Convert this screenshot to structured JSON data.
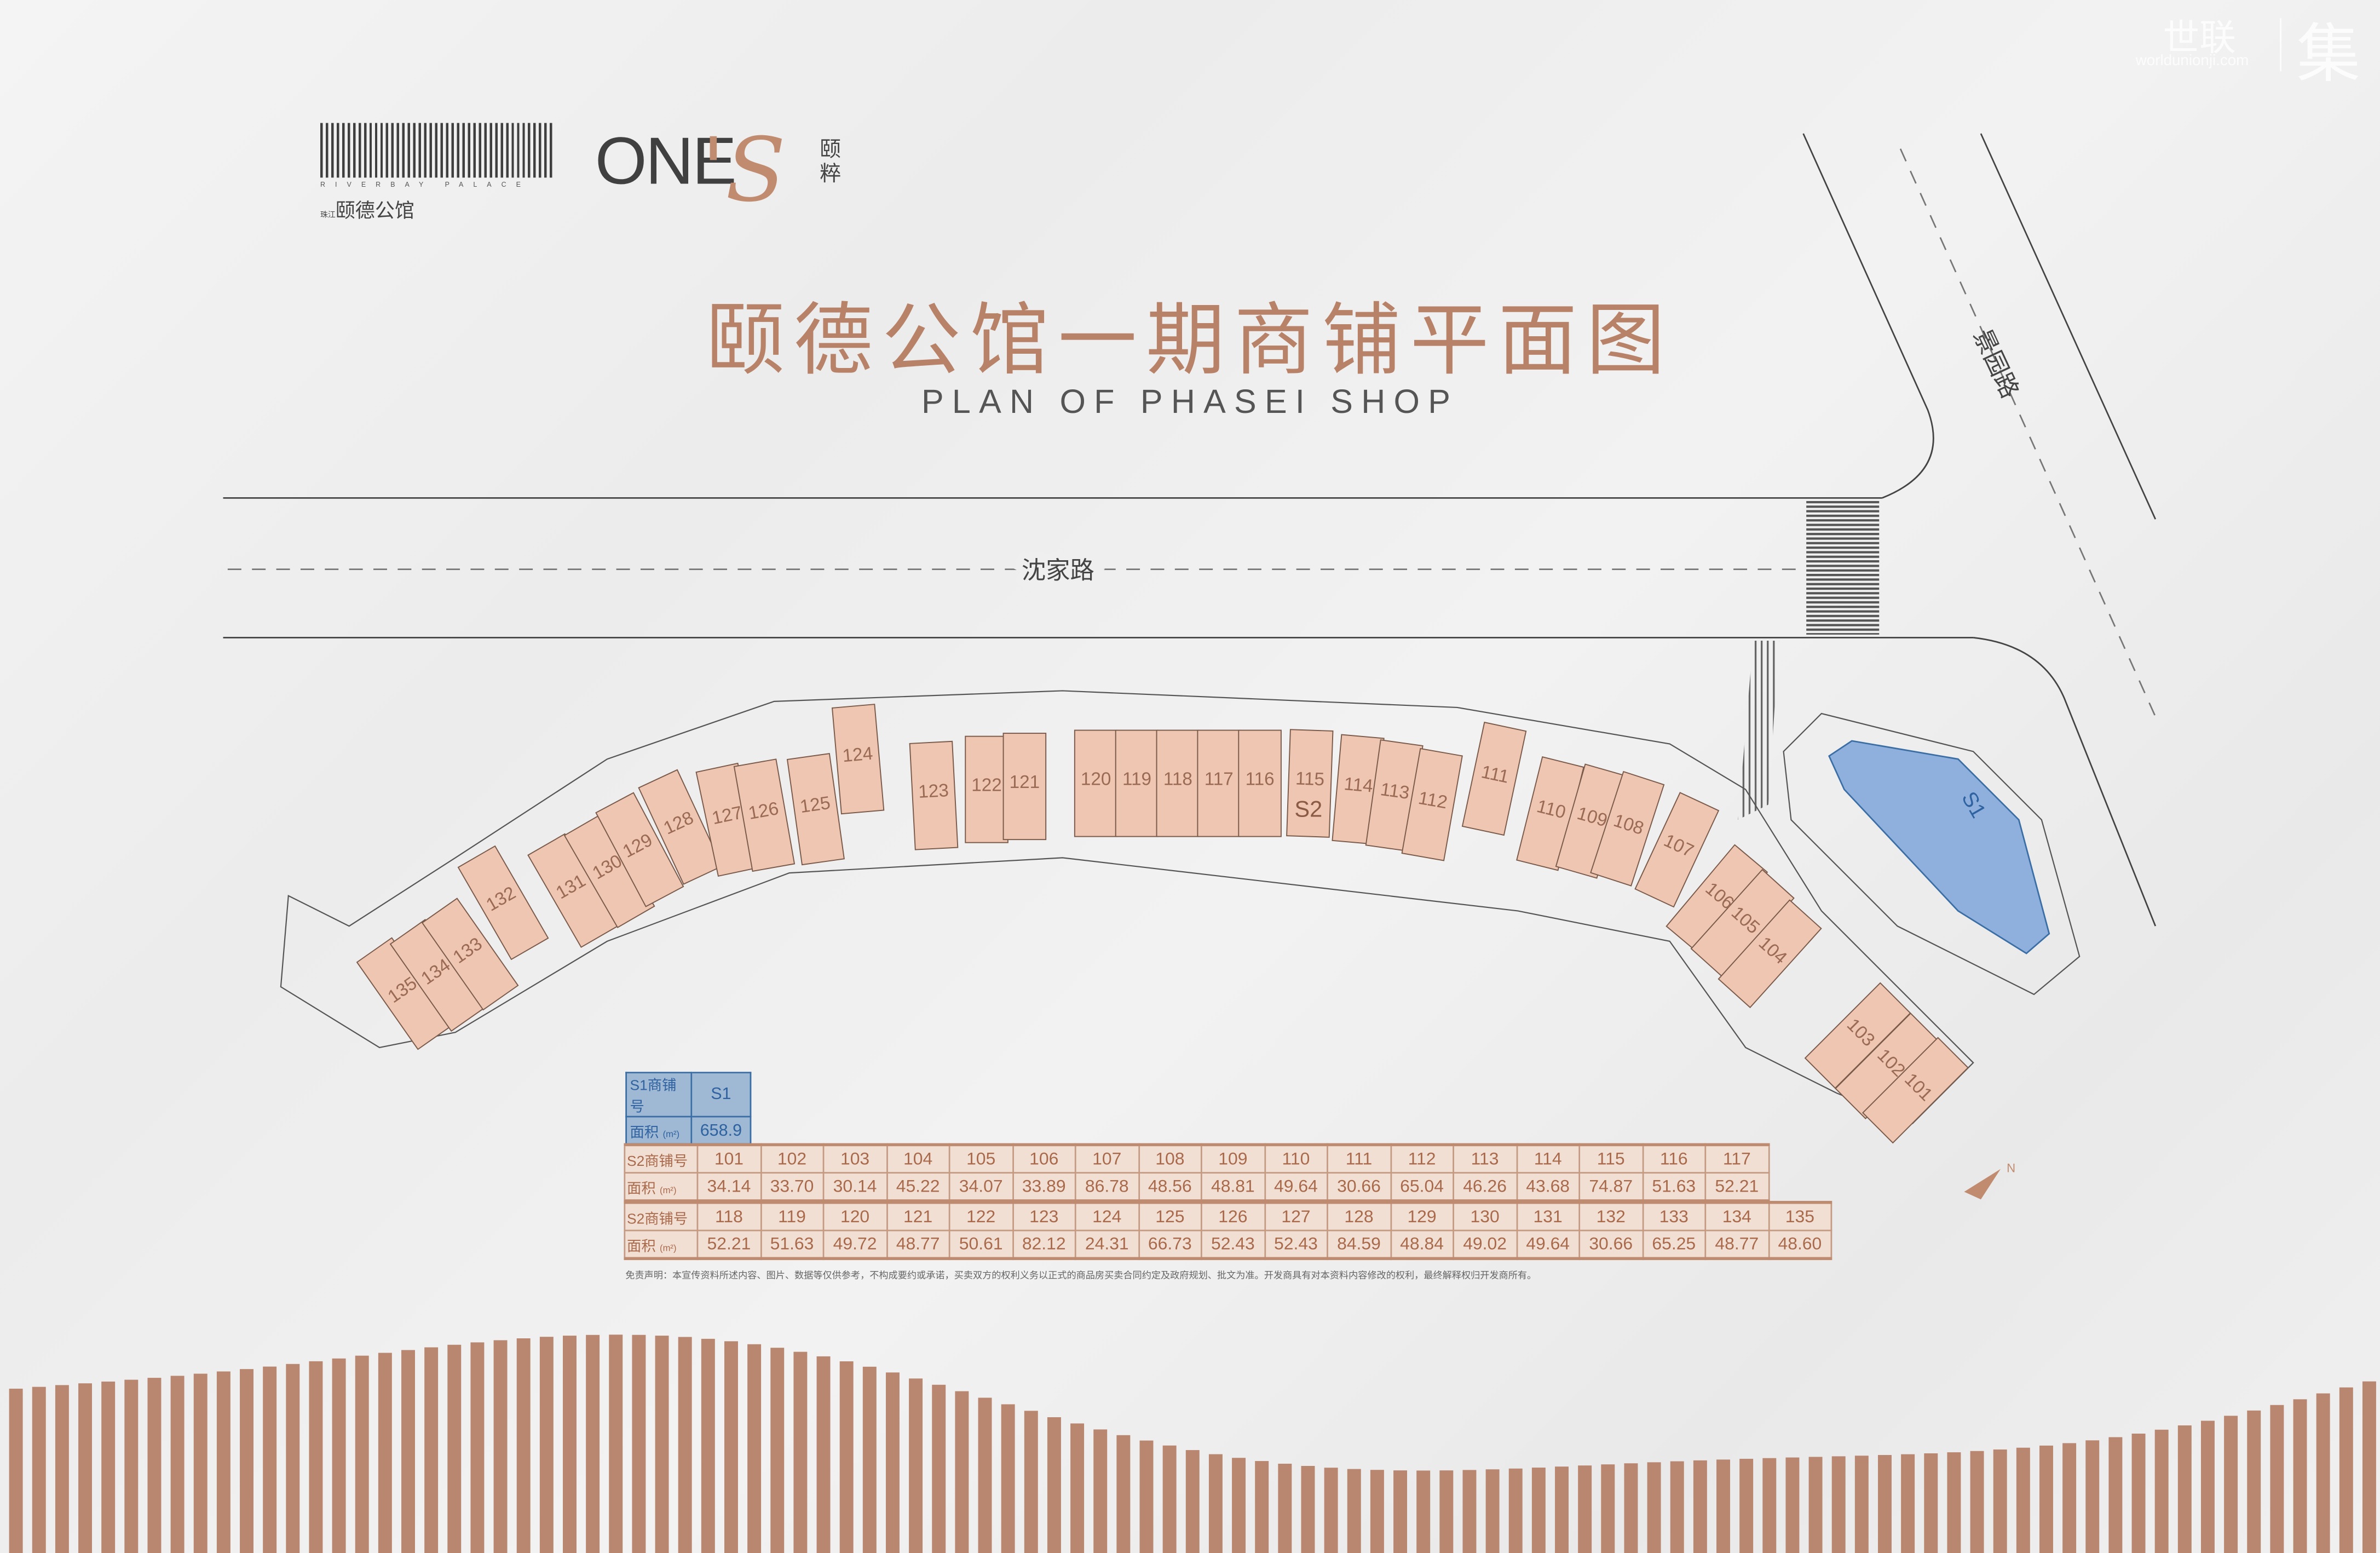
{
  "logos": {
    "riverbay_en": "RIVERBAY PALACE",
    "riverbay_cn_prefix": "珠江",
    "riverbay_cn": "颐德公馆",
    "ones_text": "ONE",
    "ones_s": "'S",
    "ones_cn": "颐粹"
  },
  "watermark": {
    "cn": "世联",
    "url": "worldunionji.com",
    "ji": "集"
  },
  "title": "颐德公馆一期商铺平面图",
  "subtitle": "PLAN OF PHASEI SHOP",
  "roads": {
    "horizontal": "沈家路",
    "diagonal": "景园路"
  },
  "plan": {
    "building_s2_label": "S2",
    "building_s1_label": "S1",
    "compass": "N",
    "shops": [
      "135",
      "134",
      "133",
      "132",
      "131",
      "130",
      "129",
      "128",
      "127",
      "126",
      "125",
      "124",
      "123",
      "122",
      "121",
      "120",
      "119",
      "118",
      "117",
      "116",
      "115",
      "114",
      "113",
      "112",
      "111",
      "110",
      "109",
      "108",
      "107",
      "106",
      "105",
      "104",
      "103",
      "102",
      "101"
    ]
  },
  "colors": {
    "shop": "#efc6b1",
    "s1": "#8fb0dc",
    "accent": "#b88268",
    "bars": "#b98670"
  },
  "s1_table": {
    "header_label": "S1商铺号",
    "area_label": "面积",
    "unit": "(m²)",
    "shop": "S1",
    "area": "658.9"
  },
  "s2_table": {
    "header_label": "S2商铺号",
    "area_label": "面积",
    "unit": "(m²)",
    "row1": {
      "shops": [
        "101",
        "102",
        "103",
        "104",
        "105",
        "106",
        "107",
        "108",
        "109",
        "110",
        "111",
        "112",
        "113",
        "114",
        "115",
        "116",
        "117"
      ],
      "areas": [
        "34.14",
        "33.70",
        "30.14",
        "45.22",
        "34.07",
        "33.89",
        "86.78",
        "48.56",
        "48.81",
        "49.64",
        "30.66",
        "65.04",
        "46.26",
        "43.68",
        "74.87",
        "51.63",
        "52.21"
      ]
    },
    "row2": {
      "shops": [
        "118",
        "119",
        "120",
        "121",
        "122",
        "123",
        "124",
        "125",
        "126",
        "127",
        "128",
        "129",
        "130",
        "131",
        "132",
        "133",
        "134",
        "135"
      ],
      "areas": [
        "52.21",
        "51.63",
        "49.72",
        "48.77",
        "50.61",
        "82.12",
        "24.31",
        "66.73",
        "52.43",
        "52.43",
        "84.59",
        "48.84",
        "49.02",
        "49.64",
        "30.66",
        "65.25",
        "48.77",
        "48.60"
      ]
    }
  },
  "disclaimer": "免责声明：本宣传资料所述内容、图片、数据等仅供参考，不构成要约或承诺，买卖双方的权利义务以正式的商品房买卖合同约定及政府规划、批文为准。开发商具有对本资料内容修改的权利，最终解释权归开发商所有。"
}
